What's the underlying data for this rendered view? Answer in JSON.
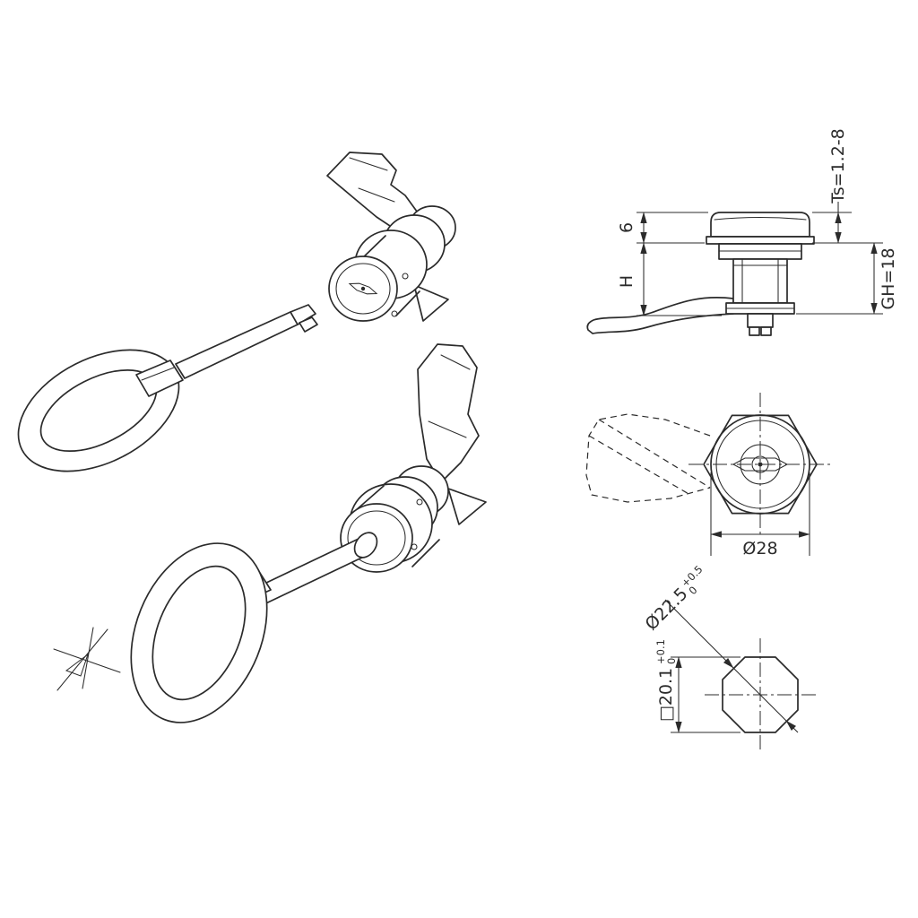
{
  "drawing": {
    "background": "#ffffff",
    "line_color": "#2b2b2b"
  },
  "dimensions": {
    "head_height": "6",
    "h_label": "H",
    "panel_thickness": "Ts=1.2-8",
    "grip_height": "GH=18",
    "head_diameter": "Ø28",
    "cutout_diameter": {
      "value": "Ø22.5",
      "tol_upper": "+0.5",
      "tol_lower": "0"
    },
    "cutout_square": {
      "value": "□20.1",
      "tol_upper": "+0.1",
      "tol_lower": "0"
    }
  }
}
